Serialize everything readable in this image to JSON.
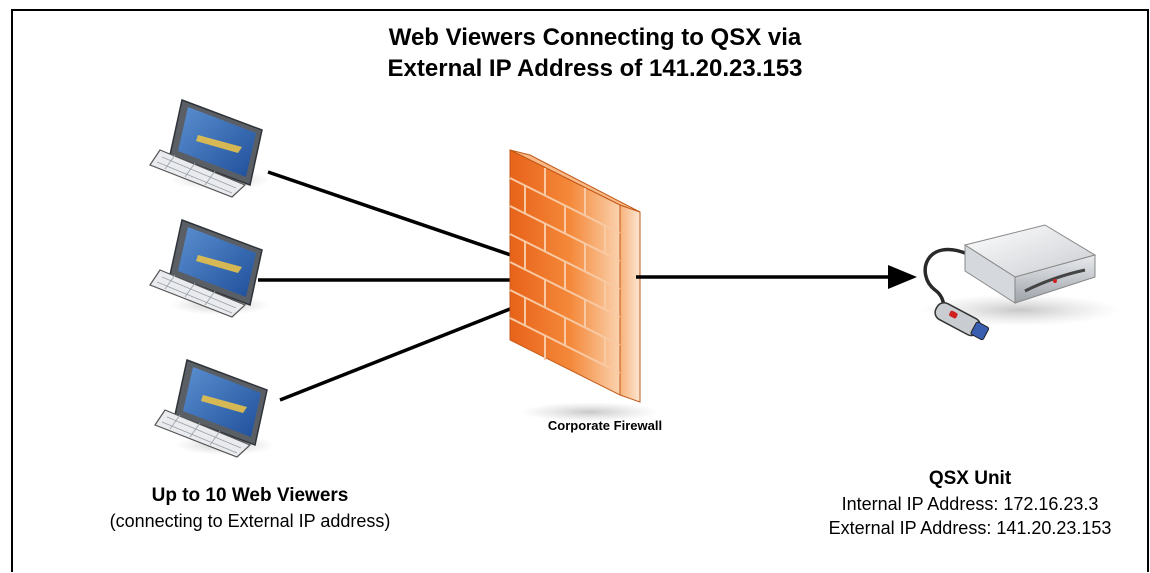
{
  "title": {
    "line1": "Web Viewers Connecting to QSX via",
    "line2": "External IP Address of 141.20.23.153"
  },
  "firewall": {
    "label": "Corporate Firewall",
    "color": "#f07a2a",
    "icon": "brick-wall-firewall-icon"
  },
  "viewers": {
    "count_label": "Up to 10 Web Viewers",
    "sub_label": "(connecting to External IP address)",
    "icon": "laptop-icon"
  },
  "qsx_unit": {
    "name": "QSX Unit",
    "internal_ip": "Internal IP Address: 172.16.23.3",
    "external_ip": "External IP Address: 141.20.23.153",
    "icon": "qsx-device-icon"
  }
}
